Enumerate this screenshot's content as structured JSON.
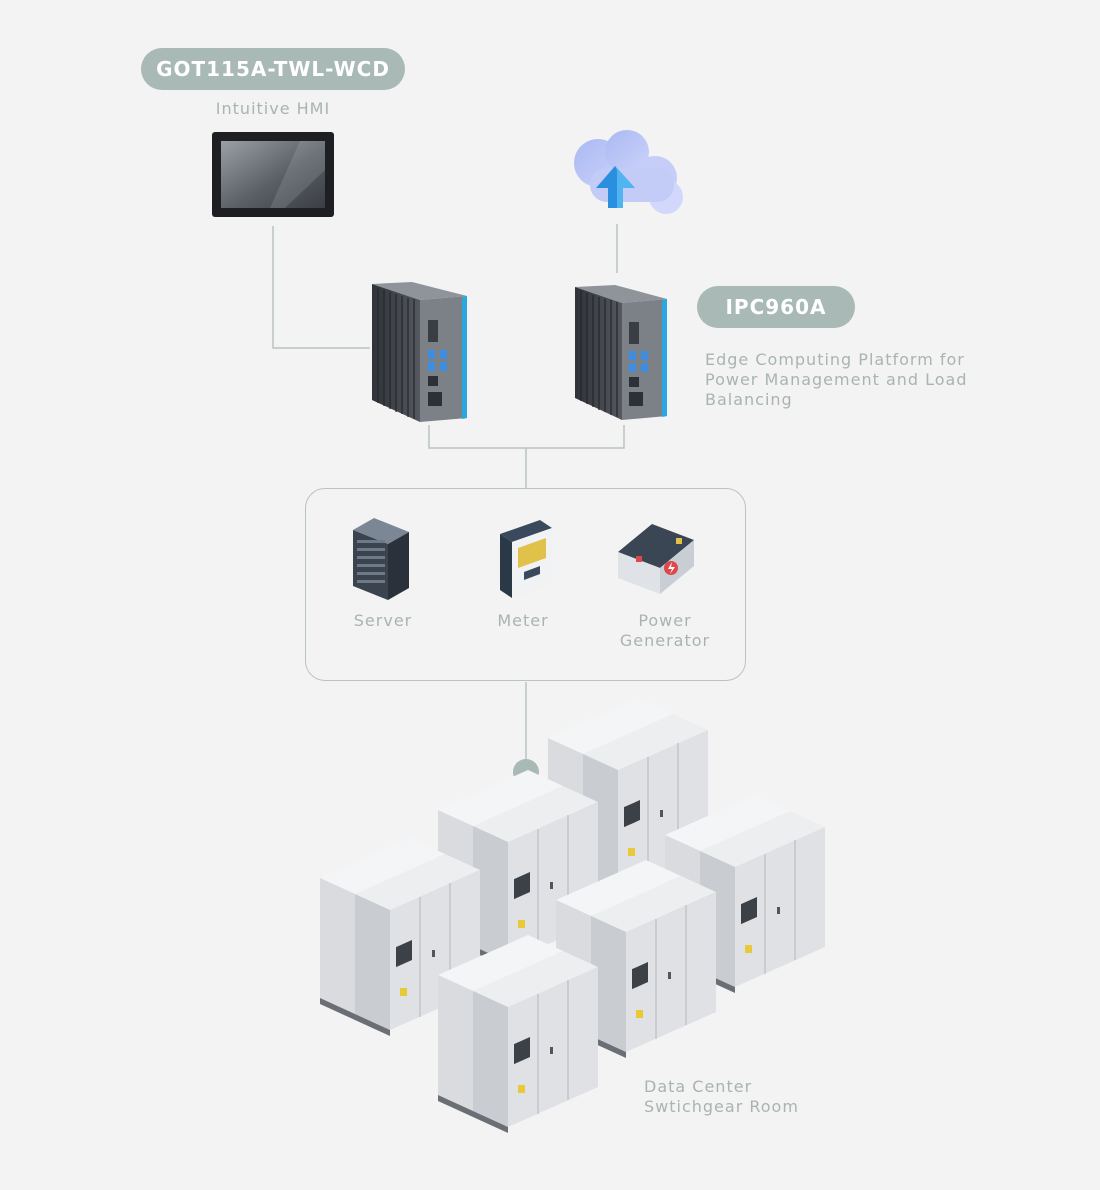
{
  "hmi": {
    "model": "GOT115A-TWL-WCD",
    "description": "Intuitive HMI"
  },
  "edge": {
    "model": "IPC960A",
    "description_lines": [
      "Edge Computing Platform for",
      "Power Management and Load",
      "Balancing"
    ]
  },
  "devices": [
    {
      "label": "Server",
      "icon": "server-icon"
    },
    {
      "label": "Meter",
      "icon": "meter-icon"
    },
    {
      "label_lines": [
        "Power",
        "Generator"
      ],
      "icon": "battery-generator-icon"
    }
  ],
  "site": {
    "label_lines": [
      "Data Center",
      "Swtichgear Room"
    ]
  },
  "colors": {
    "pill": "#a9b9b6",
    "connector": "#b9c4c2",
    "text": "#a9b4b2",
    "accent_blue": "#2aa7e0",
    "cloud": "#b8c3f5"
  }
}
